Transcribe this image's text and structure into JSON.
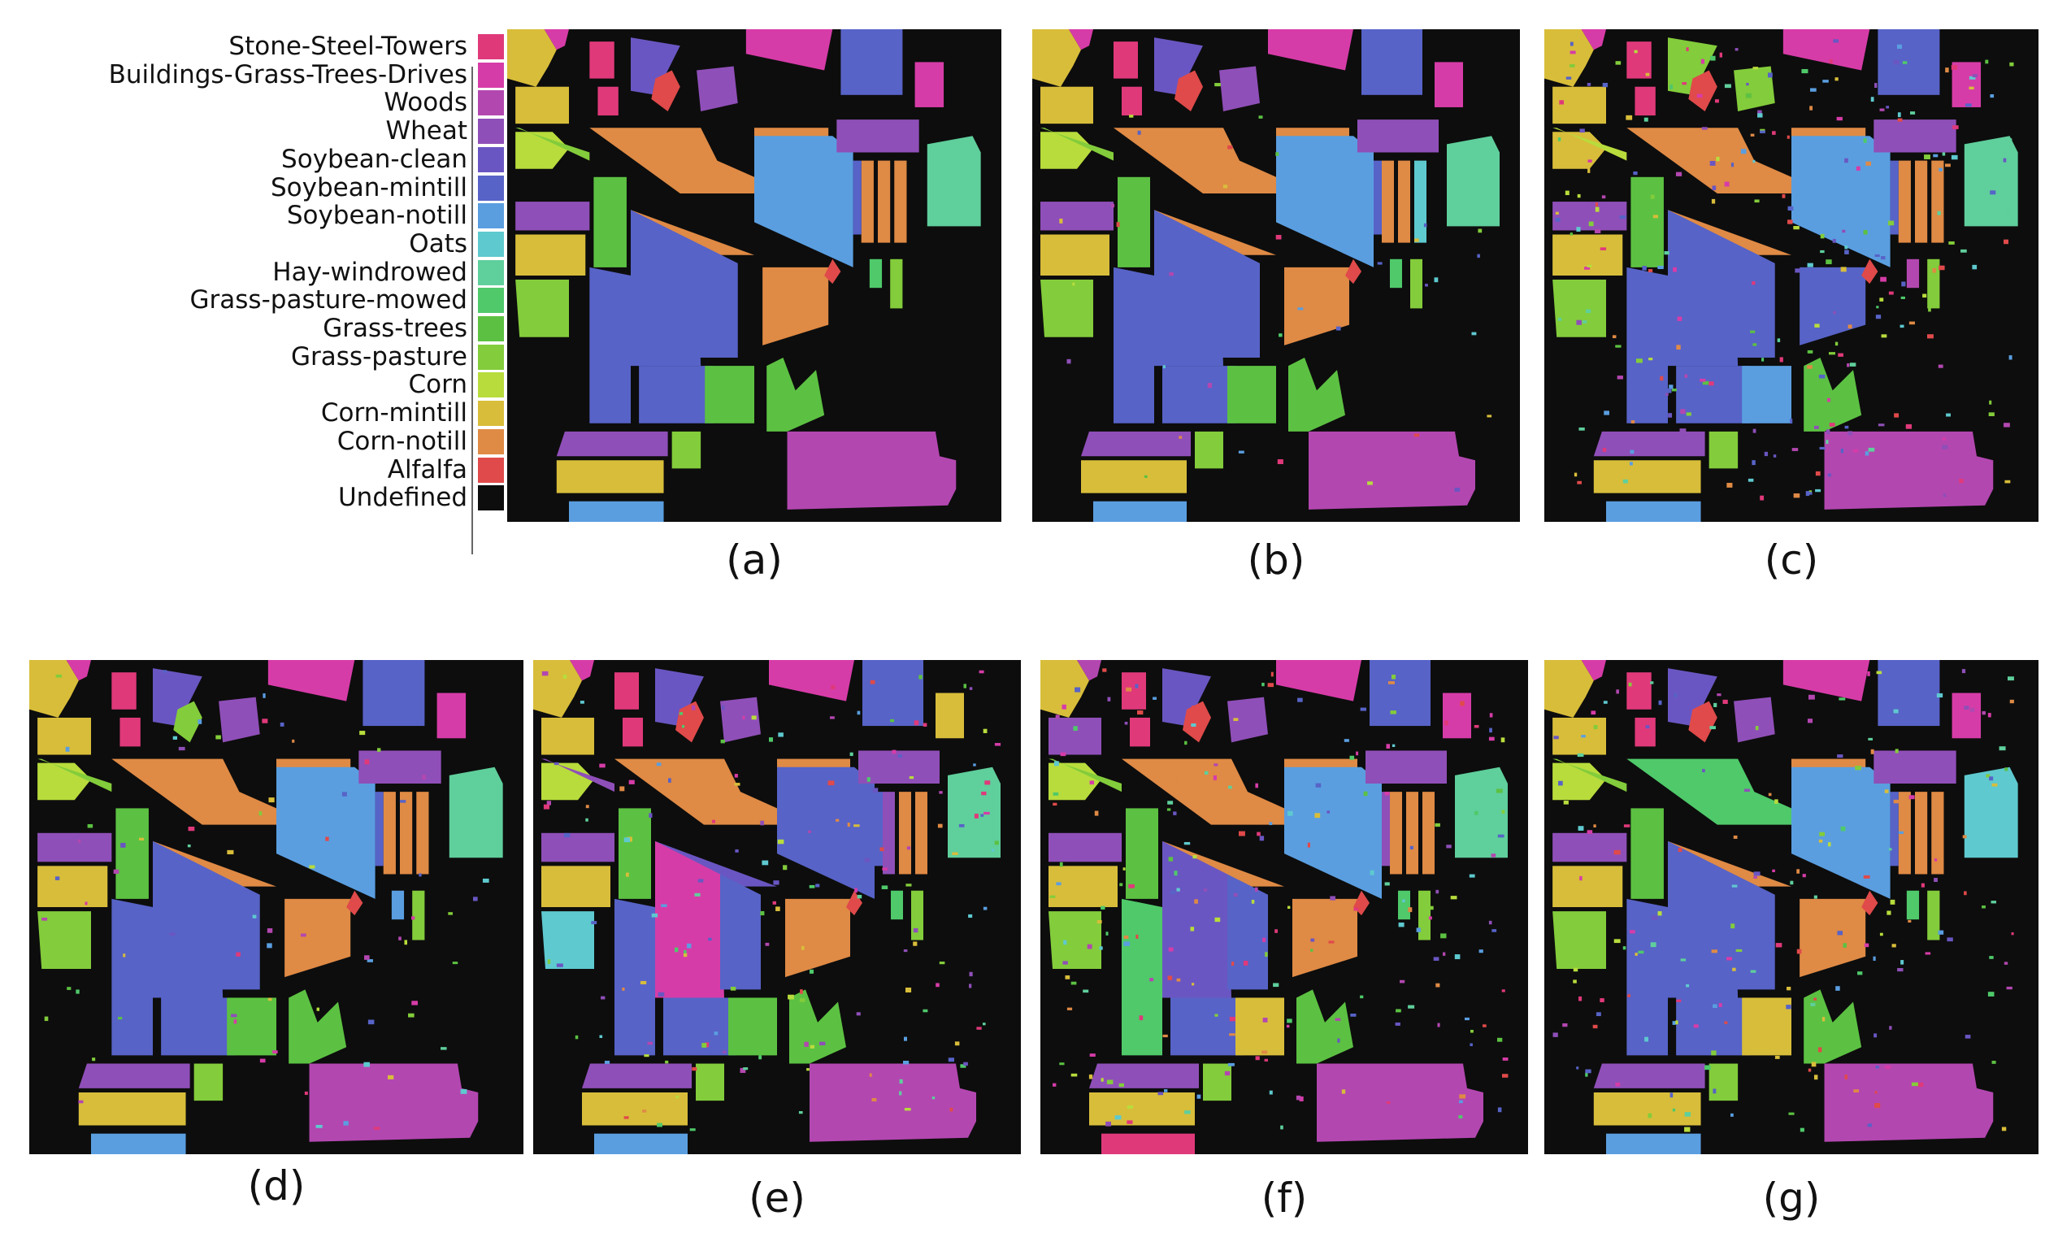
{
  "legend": {
    "items": [
      {
        "label": "Stone-Steel-Towers",
        "color": "#e0397a"
      },
      {
        "label": "Buildings-Grass-Trees-Drives",
        "color": "#d63ca8"
      },
      {
        "label": "Woods",
        "color": "#b347b0"
      },
      {
        "label": "Wheat",
        "color": "#8f4fb8"
      },
      {
        "label": "Soybean-clean",
        "color": "#6a56c2"
      },
      {
        "label": "Soybean-mintill",
        "color": "#5763c7"
      },
      {
        "label": "Soybean-notill",
        "color": "#5a9ee0"
      },
      {
        "label": "Oats",
        "color": "#5ec9cf"
      },
      {
        "label": "Hay-windrowed",
        "color": "#5fcf9c"
      },
      {
        "label": "Grass-pasture-mowed",
        "color": "#4fc96a"
      },
      {
        "label": "Grass-trees",
        "color": "#5cc142"
      },
      {
        "label": "Grass-pasture",
        "color": "#83cc3b"
      },
      {
        "label": "Corn",
        "color": "#b8dc3c"
      },
      {
        "label": "Corn-mintill",
        "color": "#d8bd3a"
      },
      {
        "label": "Corn-notill",
        "color": "#df8a45"
      },
      {
        "label": "Alfalfa",
        "color": "#e04a4a"
      },
      {
        "label": "Undefined",
        "color": "#0d0d0d"
      }
    ]
  },
  "panels": [
    {
      "caption": "(a)",
      "noise": 0
    },
    {
      "caption": "(b)",
      "noise": 0.04
    },
    {
      "caption": "(c)",
      "noise": 0.28
    },
    {
      "caption": "(d)",
      "noise": 0.08
    },
    {
      "caption": "(e)",
      "noise": 0.18
    },
    {
      "caption": "(f)",
      "noise": 0.22
    },
    {
      "caption": "(g)",
      "noise": 0.2
    }
  ]
}
